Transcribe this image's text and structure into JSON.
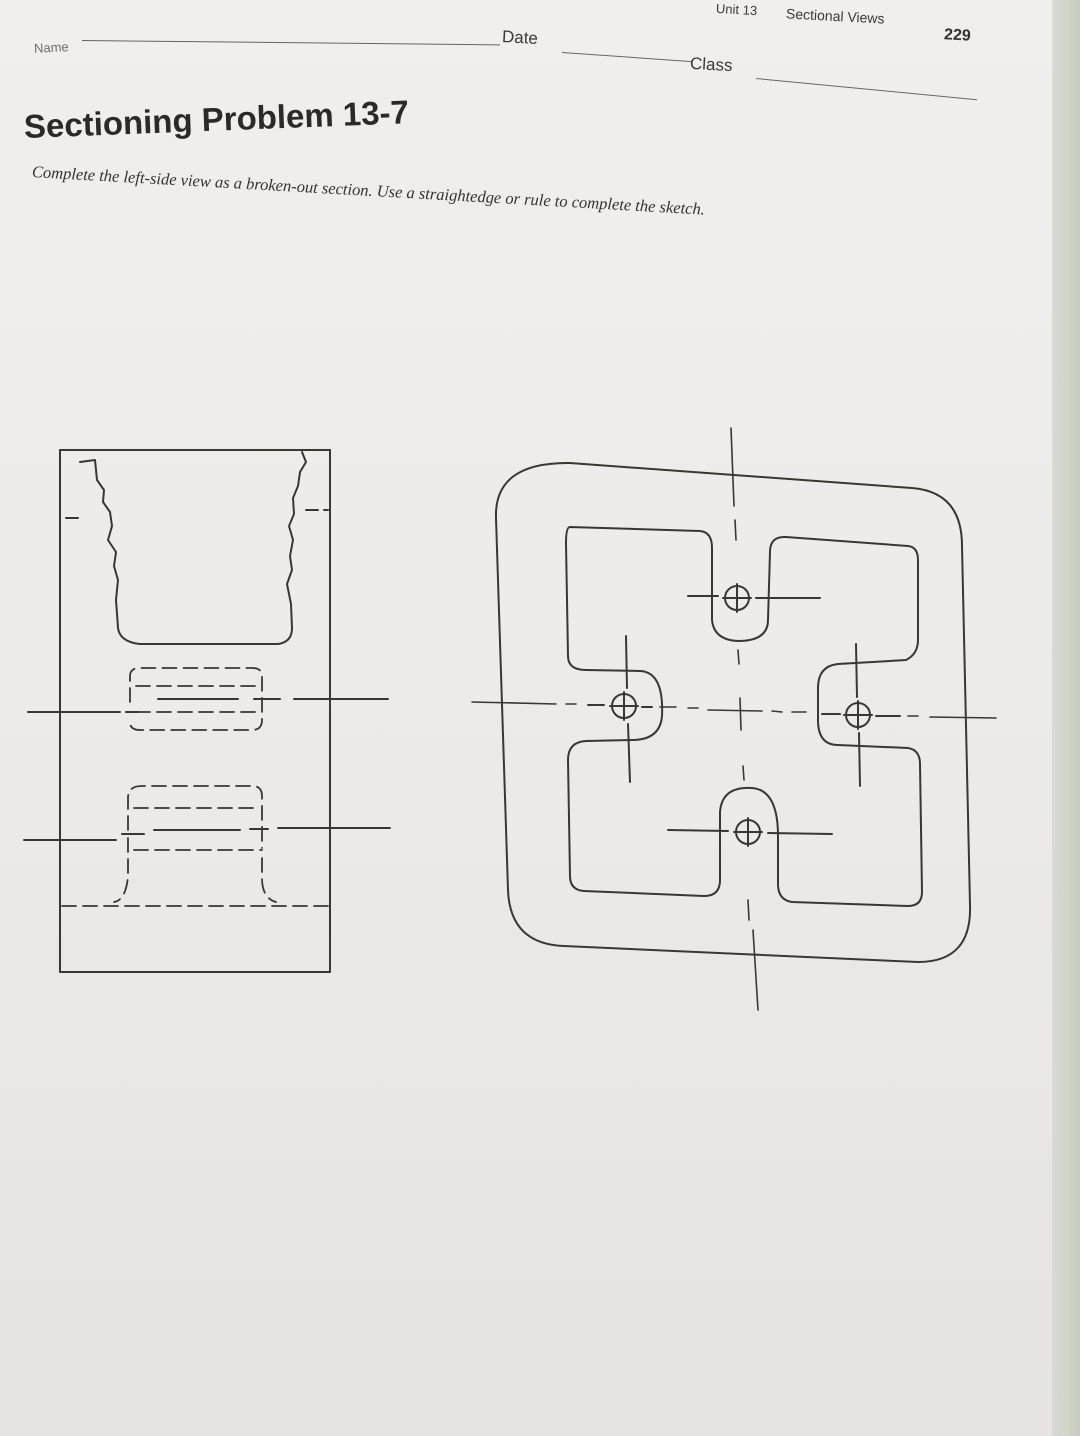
{
  "header": {
    "unit": "Unit 13",
    "section": "Sectional Views",
    "page_number": "229",
    "name_label": "Name",
    "date_label": "Date",
    "class_label": "Class"
  },
  "problem": {
    "title": "Sectioning Problem 13-7",
    "instructions": "Complete the left-side view as a broken-out section. Use a straightedge or rule to complete the sketch."
  },
  "colors": {
    "ink": "#3a3733",
    "paper": "#efedea"
  }
}
